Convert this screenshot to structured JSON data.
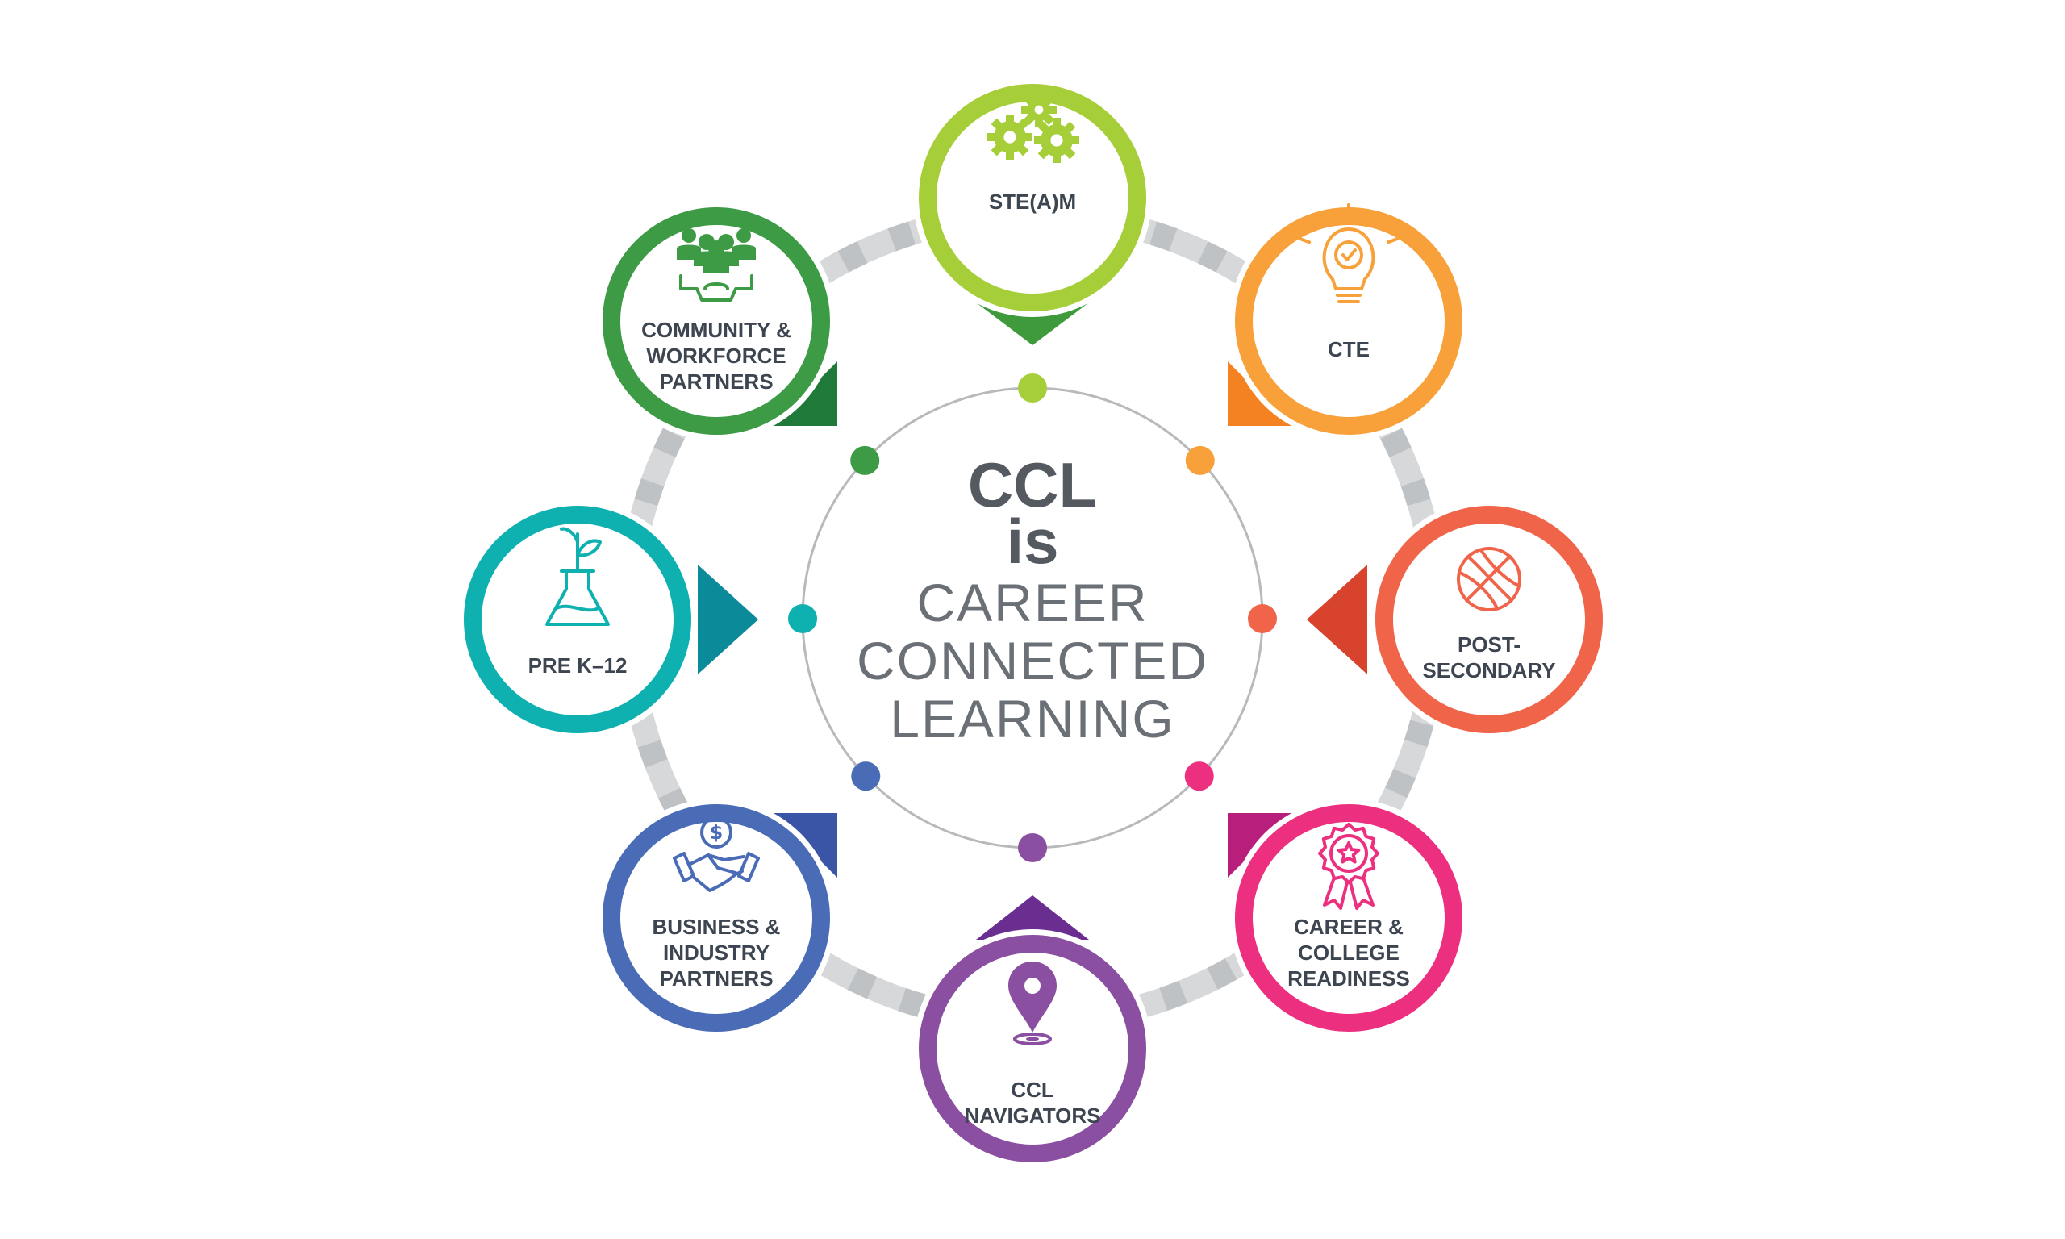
{
  "center": {
    "line1": "CCL",
    "line2": "is",
    "line3": "CAREER",
    "line4": "CONNECTED",
    "line5": "LEARNING"
  },
  "nodes": [
    {
      "id": "steam",
      "label_lines": [
        "STE(A)M"
      ],
      "color": "#a6ce39",
      "tab_color": "#3f9a3c",
      "icon": "gears-icon"
    },
    {
      "id": "cte",
      "label_lines": [
        "CTE"
      ],
      "color": "#f8a13a",
      "tab_color": "#f58220",
      "icon": "lightbulb-icon"
    },
    {
      "id": "post-secondary",
      "label_lines": [
        "POST-",
        "SECONDARY"
      ],
      "color": "#f0654a",
      "tab_color": "#d8432e",
      "icon": "globe-icon"
    },
    {
      "id": "career-college",
      "label_lines": [
        "CAREER &",
        "COLLEGE",
        "READINESS"
      ],
      "color": "#ec2f7f",
      "tab_color": "#b81f7d",
      "icon": "award-ribbon-icon"
    },
    {
      "id": "ccl-navigators",
      "label_lines": [
        "CCL",
        "NAVIGATORS"
      ],
      "color": "#8a4fa0",
      "tab_color": "#6a2d90",
      "icon": "map-pin-icon"
    },
    {
      "id": "business",
      "label_lines": [
        "BUSINESS &",
        "INDUSTRY",
        "PARTNERS"
      ],
      "color": "#4a6cb7",
      "tab_color": "#3b55a6",
      "icon": "handshake-icon"
    },
    {
      "id": "pre-k12",
      "label_lines": [
        "PRE K–12"
      ],
      "color": "#0fb0b0",
      "tab_color": "#0b8a9a",
      "icon": "flask-plant-icon"
    },
    {
      "id": "community",
      "label_lines": [
        "COMMUNITY &",
        "WORKFORCE",
        "PARTNERS"
      ],
      "color": "#3d9a45",
      "tab_color": "#1f7a3a",
      "icon": "people-gear-icon"
    }
  ]
}
